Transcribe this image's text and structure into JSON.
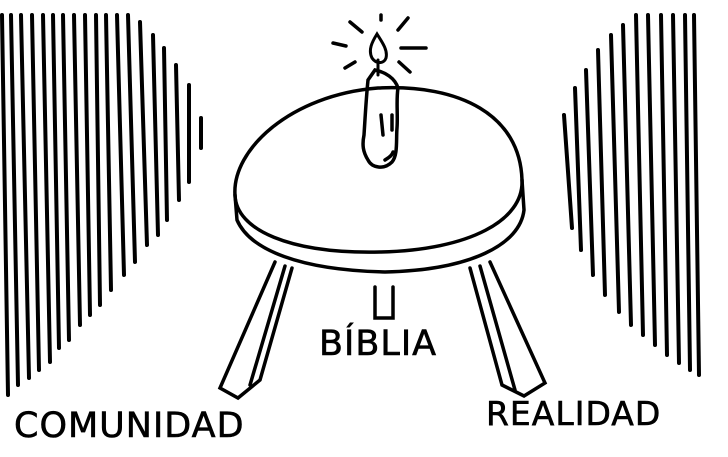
{
  "illustration": {
    "labels": {
      "left": "COMUNIDAD",
      "center": "BÍBLIA",
      "right": "REALIDAD"
    },
    "elements": [
      "candle-icon",
      "three-legged-stool",
      "left-hatched-wall",
      "right-hatched-wall"
    ],
    "colors": {
      "ink": "#000000",
      "paper": "#ffffff"
    }
  }
}
